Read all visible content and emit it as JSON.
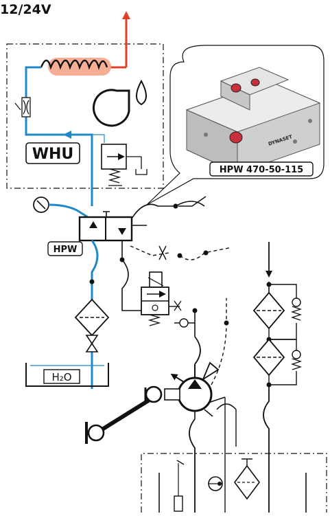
{
  "voltage_label": "12/24V",
  "whu_label": "WHU",
  "hpw_label": "HPW",
  "product_callout_label": "HPW 470-50-115",
  "product_brand": "DYNASET",
  "water_label": "H₂O",
  "colors": {
    "water_line": "#1e88c9",
    "heater_hot": "#e0402a",
    "heater_fill": "#f4a58a",
    "stroke": "#111111",
    "product_body": "#d9d9d9",
    "product_port": "#c8303a"
  },
  "icons": [
    "heater-coil-icon",
    "blower-fan-icon",
    "water-drop-icon",
    "pressure-gauge-icon",
    "filter-icon",
    "valve-icon",
    "pump-icon",
    "check-valve-icon"
  ]
}
